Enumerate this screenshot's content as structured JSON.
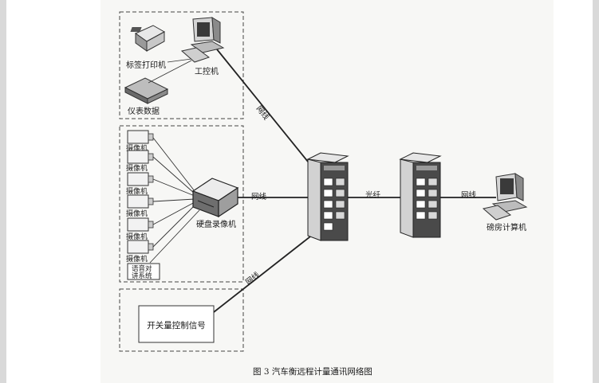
{
  "labels": {
    "label_printer": "标签打印机",
    "ipc": "工控机",
    "instrument_data": "仪表数据",
    "camera": "摄像机",
    "dvr": "硬盘录像机",
    "intercom_line1": "语音对",
    "intercom_line2": "讲系统",
    "switch_signal": "开关量控制信号",
    "net1": "网线",
    "net2": "网线",
    "net3": "网线",
    "net4": "网线",
    "fiber": "光纤",
    "weighroom_pc": "磅房计算机",
    "caption": "图 3    汽车衡远程计量通讯网络图"
  }
}
